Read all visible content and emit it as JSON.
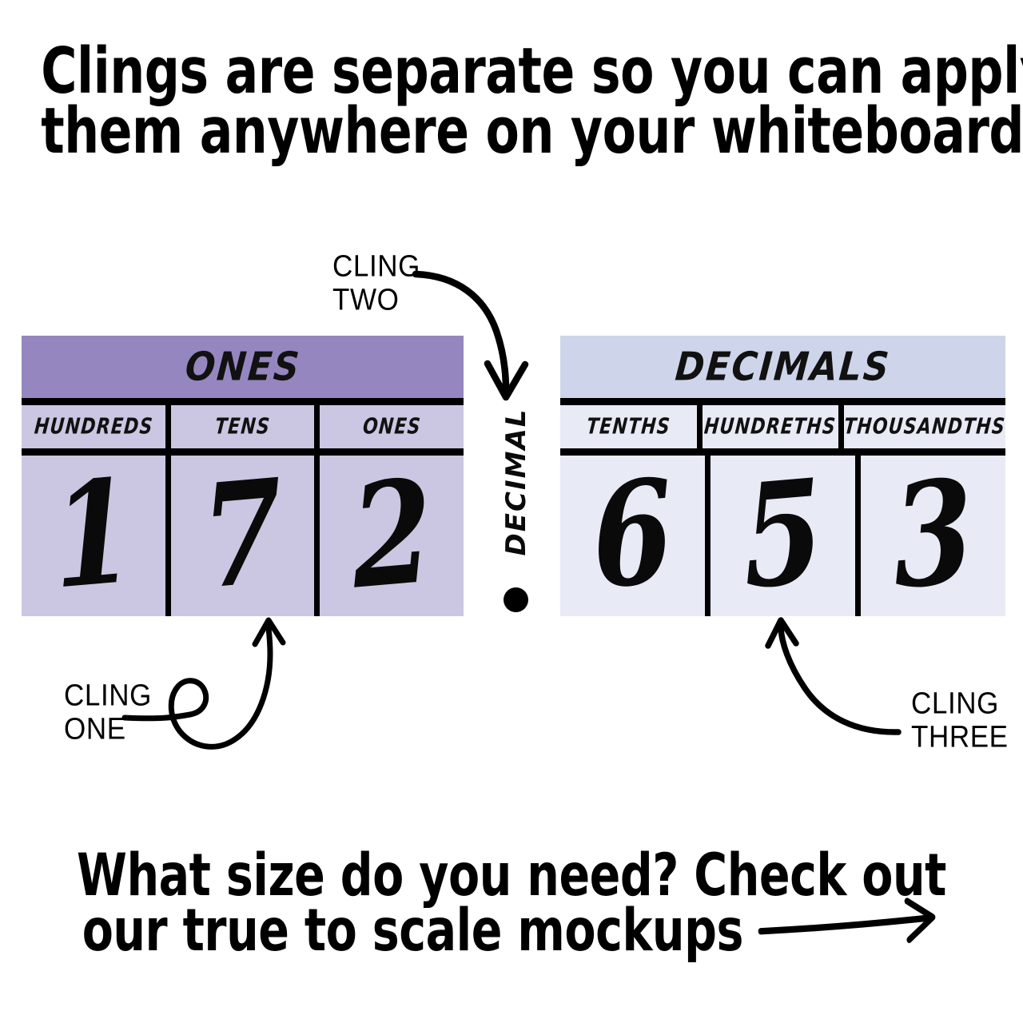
{
  "headline": {
    "line1": "Clings are separate so you can apply",
    "line2": "them anywhere on your whiteboard."
  },
  "footer": {
    "line1": "What size do you need? Check out",
    "line2": "our true to scale mockups",
    "arrow_icon": "long-right-arrow-icon"
  },
  "tables": [
    {
      "id": "ones",
      "banner": "ONES",
      "banner_color": "#9586c0",
      "cell_color": "#cbc7e2",
      "columns": [
        {
          "label": "HUNDREDS",
          "digit": "1"
        },
        {
          "label": "TENS",
          "digit": "7"
        },
        {
          "label": "ONES",
          "digit": "2"
        }
      ]
    },
    {
      "id": "decimals",
      "banner": "DECIMALS",
      "banner_color": "#ced5ea",
      "cell_color": "#e8ebf5",
      "columns": [
        {
          "label": "TENTHS",
          "digit": "6"
        },
        {
          "label": "HUNDRETHS",
          "digit": "5"
        },
        {
          "label": "THOUSANDTHS",
          "digit": "3"
        }
      ]
    }
  ],
  "decimal": {
    "label": "DECIMAL",
    "dot_icon": "decimal-point-dot-icon"
  },
  "callouts": [
    {
      "id": "one",
      "text": "CLING\nONE",
      "arrow_icon": "curly-loop-arrow-up-right-icon"
    },
    {
      "id": "two",
      "text": "CLING\nTWO",
      "arrow_icon": "curved-arrow-down-right-icon"
    },
    {
      "id": "three",
      "text": "CLING\nTHREE",
      "arrow_icon": "curved-arrow-up-left-icon"
    }
  ],
  "colors": {
    "ink": "#000000",
    "background": "#ffffff",
    "purple_banner": "#9586c0",
    "purple_cell": "#cbc7e2",
    "blue_banner": "#ced5ea",
    "blue_cell": "#e8ebf5"
  }
}
